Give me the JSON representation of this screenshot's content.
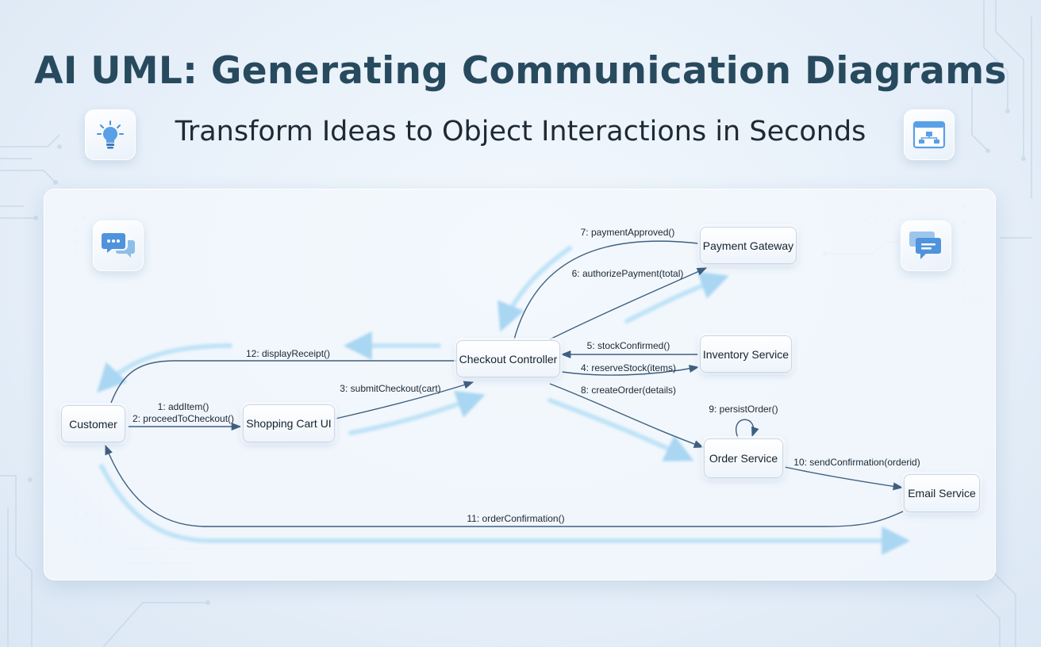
{
  "header": {
    "title": "AI UML: Generating Communication Diagrams",
    "subtitle": "Transform Ideas to Object Interactions in Seconds"
  },
  "icons": {
    "left_header": "lightbulb-icon",
    "right_header": "flowchart-window-icon",
    "panel_left": "chat-bubbles-icon",
    "panel_right": "message-icon"
  },
  "colors": {
    "title": "#274a5e",
    "accent": "#4a90d9",
    "arrow": "#3f5f80",
    "glow": "#bfe3f7"
  },
  "diagram": {
    "objects": {
      "customer": "Customer",
      "cart": "Shopping Cart UI",
      "checkout": "Checkout Controller",
      "payment": "Payment Gateway",
      "inventory": "Inventory Service",
      "order": "Order Service",
      "email": "Email Service"
    },
    "messages": {
      "m1": "1: addItem()",
      "m2": "2: proceedToCheckout()",
      "m3": "3: submitCheckout(cart)",
      "m4": "4: reserveStock(items)",
      "m5": "5: stockConfirmed()",
      "m6": "6: authorizePayment(total)",
      "m7": "7: paymentApproved()",
      "m8": "8: createOrder(details)",
      "m9": "9: persistOrder()",
      "m10": "10: sendConfirmation(orderid)",
      "m11": "11: orderConfirmation()",
      "m12": "12: displayReceipt()"
    }
  }
}
